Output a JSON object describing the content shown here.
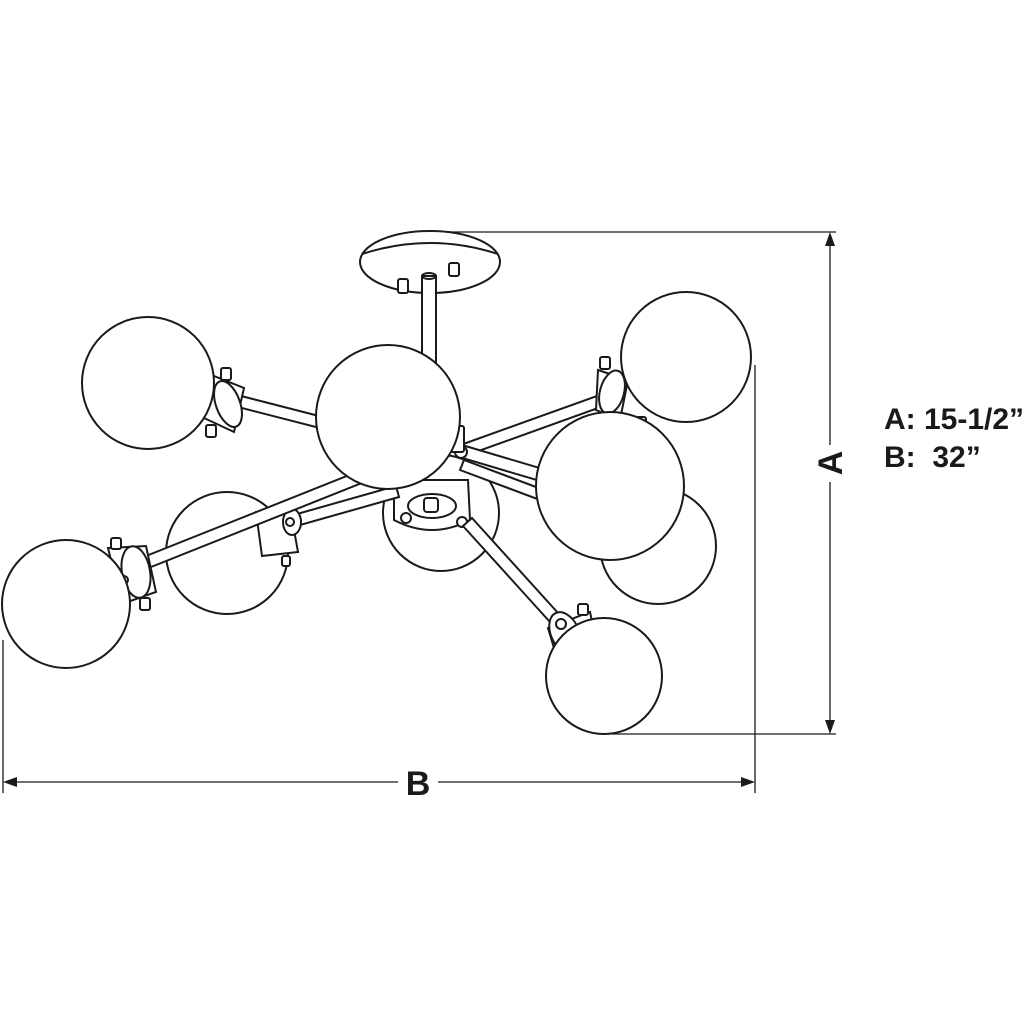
{
  "dimensions": {
    "height_label": "A",
    "width_label": "B",
    "spec_a": "A: 15-1/2”",
    "spec_b": "B:  32”"
  }
}
